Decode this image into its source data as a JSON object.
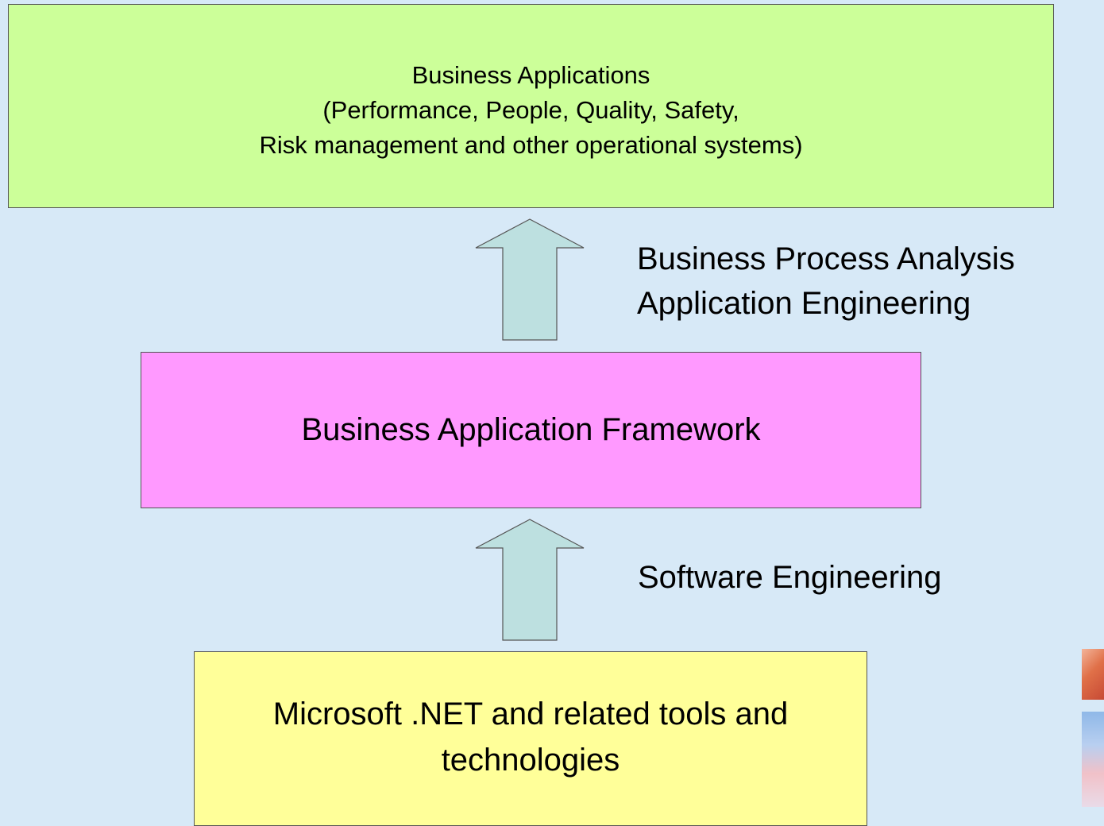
{
  "diagram": {
    "top_box": {
      "lines": [
        "Business Applications",
        "(Performance, People, Quality, Safety,",
        "Risk management and other operational systems)"
      ],
      "color": "#ccff99"
    },
    "middle_box": {
      "label": "Business Application Framework",
      "color": "#ff99ff"
    },
    "bottom_box": {
      "lines": [
        "Microsoft .NET and related tools and",
        "technologies"
      ],
      "color": "#ffff99"
    },
    "upper_arrow_label": {
      "lines": [
        "Business Process Analysis",
        "Application Engineering"
      ]
    },
    "lower_arrow_label": {
      "text": "Software Engineering"
    },
    "arrow_color": "#bde0e0",
    "background_color": "#d7e9f7"
  }
}
